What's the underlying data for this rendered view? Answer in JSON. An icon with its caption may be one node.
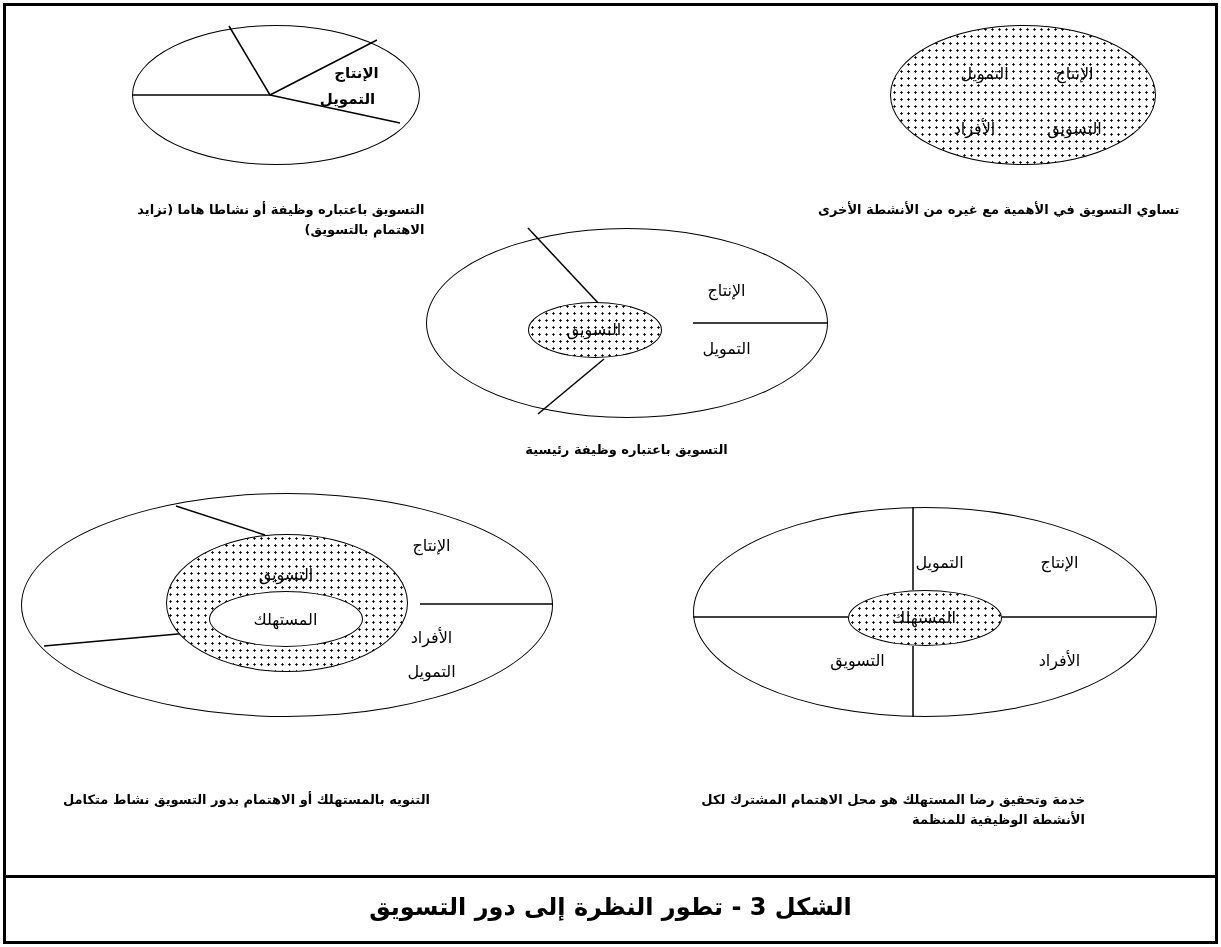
{
  "diagram": {
    "caption": "الشكل 3 - تطور النظرة إلى دور التسويق",
    "nodes": [
      {
        "text": [
          "الإنتاج",
          "التمويل",
          "التسويق",
          "الأفراد"
        ],
        "beside": [
          "تساوي التسويق في الأهمية مع غيره من الأنشطة الأخرى"
        ]
      },
      {
        "text": [
          "الإنتاج",
          "التمويل"
        ],
        "beside": [
          "التسويق باعتباره وظيفة أو نشاطا هاما (تزايد الاهتمام بالتسويق)"
        ]
      },
      {
        "text": [
          "الإنتاج",
          "التمويل"
        ],
        "beside": [
          "التسويق باعتباره وظيفة رئيسية"
        ]
      },
      {
        "text": [
          "التسويق"
        ],
        "in": 2
      },
      {
        "text": [
          "الإنتاج",
          "التمويل",
          "التسويق",
          "الأفراد"
        ]
      },
      {
        "text": [
          "المستهلك"
        ],
        "in": 4
      },
      {
        "text": [
          "الإنتاج",
          "الأفراد",
          "التمويل"
        ]
      },
      {
        "text": [
          "التسويق"
        ],
        "in": 6
      },
      {
        "text": [
          "المستهلك"
        ],
        "in": 7
      }
    ],
    "labels": [
      "التنويه بالمستهلك أو الاهتمام بدور التسويق نشاط متكامل",
      "خدمة وتحقيق رضا المستهلك هو محل الاهتمام المشترك لكل الأنشطة الوظيفية للمنظمة"
    ]
  }
}
